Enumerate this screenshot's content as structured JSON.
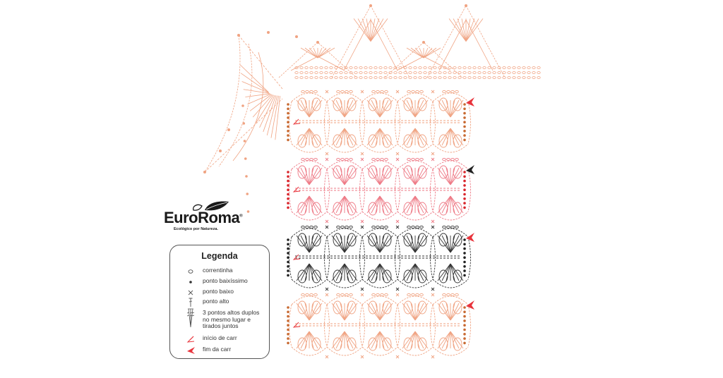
{
  "brand": {
    "name": "EuroRoma",
    "trademark": "®",
    "tagline": "Ecológico por Natureza."
  },
  "legend": {
    "title": "Legenda",
    "items": [
      {
        "symbol": "chain-stitch-icon",
        "label": "correntinha"
      },
      {
        "symbol": "slip-stitch-icon",
        "label": "ponto baixíssimo"
      },
      {
        "symbol": "single-crochet-icon",
        "label": "ponto baixo"
      },
      {
        "symbol": "double-crochet-icon",
        "label": "ponto alto"
      },
      {
        "symbol": "cluster-stitch-icon",
        "label": "3 pontos altos duplos no mesmo lugar e tirados juntos"
      },
      {
        "symbol": "start-marker-icon",
        "label": "início de carr"
      },
      {
        "symbol": "end-marker-icon",
        "label": "fim da carr"
      }
    ]
  },
  "colors": {
    "salmon": "#f0a382",
    "pink": "#ee7a86",
    "black": "#333333",
    "marker_red": "#e8343c",
    "dot_orange": "#c86a32",
    "dot_red": "#d9262c",
    "dot_black": "#222222"
  },
  "diagram": {
    "bands": [
      {
        "color": "salmon",
        "end_marker": "red"
      },
      {
        "color": "pink",
        "end_marker": "black"
      },
      {
        "color": "black",
        "end_marker": "red"
      },
      {
        "color": "salmon",
        "end_marker": "red"
      }
    ],
    "motifs_per_row": 5
  }
}
